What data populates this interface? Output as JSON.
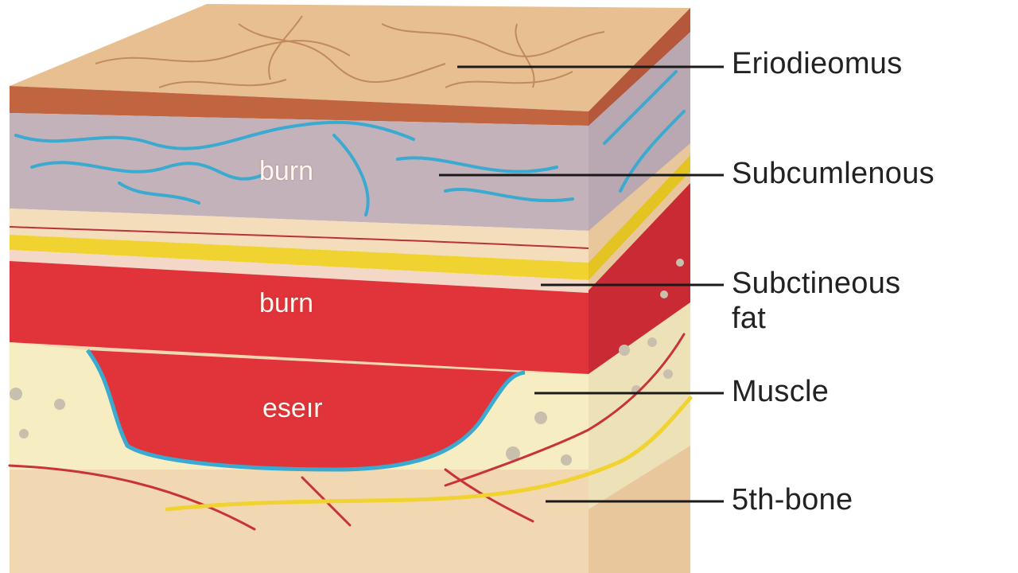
{
  "diagram": {
    "callouts": [
      {
        "id": "epidermis",
        "label": "Eriodieomus"
      },
      {
        "id": "dermis",
        "label": "Subcumlenous"
      },
      {
        "id": "fat",
        "label": "Subctineous\nfat"
      },
      {
        "id": "muscle",
        "label": "Muscle"
      },
      {
        "id": "bone",
        "label": "5th-bone"
      }
    ],
    "in_labels": [
      {
        "id": "burn-dermis",
        "text": "burn"
      },
      {
        "id": "burn-red",
        "text": "burn"
      },
      {
        "id": "eschar",
        "text": "eseır"
      }
    ]
  },
  "colors": {
    "epidermis_top": "#e8bf91",
    "epidermis_edge": "#c0653f",
    "dermis": "#c4b2bb",
    "vessels_blue": "#3aaad0",
    "fat_band": "#f3ddbb",
    "yellow_nerve": "#f0d230",
    "burn_red": "#e0333a",
    "muscle_cream": "#f6edc2",
    "tissue_base": "#f2d8b2",
    "label_text": "#222222",
    "leader_line": "#1a1a1a"
  }
}
